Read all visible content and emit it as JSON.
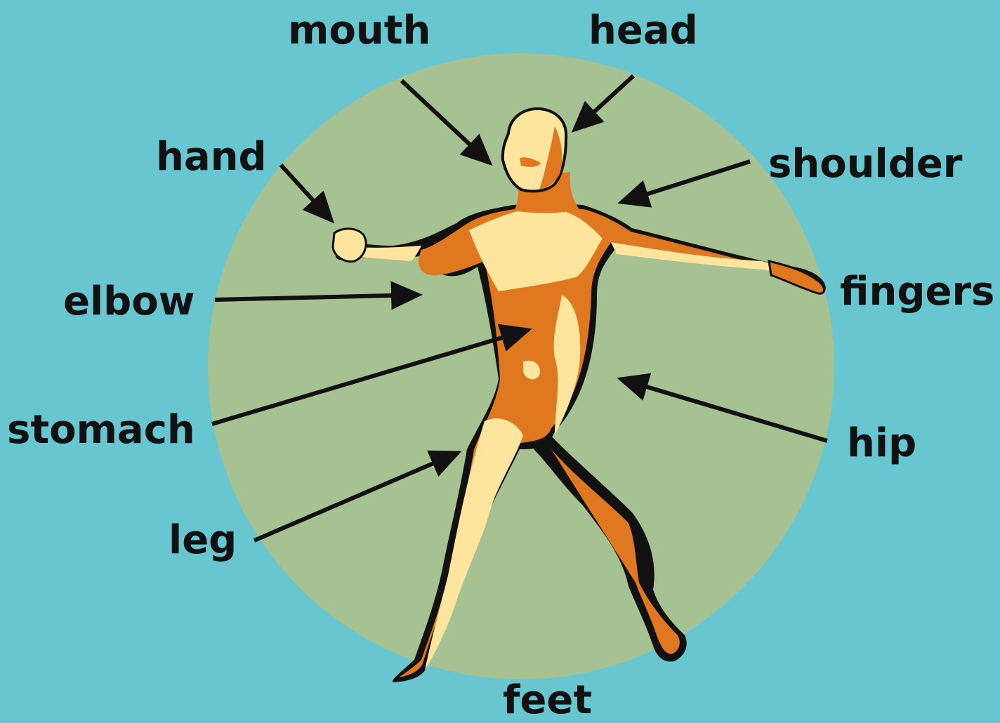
{
  "labels": {
    "mouth": "mouth",
    "head": "head",
    "hand": "hand",
    "shoulder": "shoulder",
    "elbow": "elbow",
    "fingers": "fingers",
    "stomach": "stomach",
    "hip": "hip",
    "leg": "leg",
    "feet": "feet"
  },
  "colors": {
    "background": "#67c6d0",
    "circle": "#a6c292",
    "skin_light": "#fde59d",
    "skin_mid": "#e0781f",
    "outline": "#111111",
    "arrow": "#111111"
  }
}
